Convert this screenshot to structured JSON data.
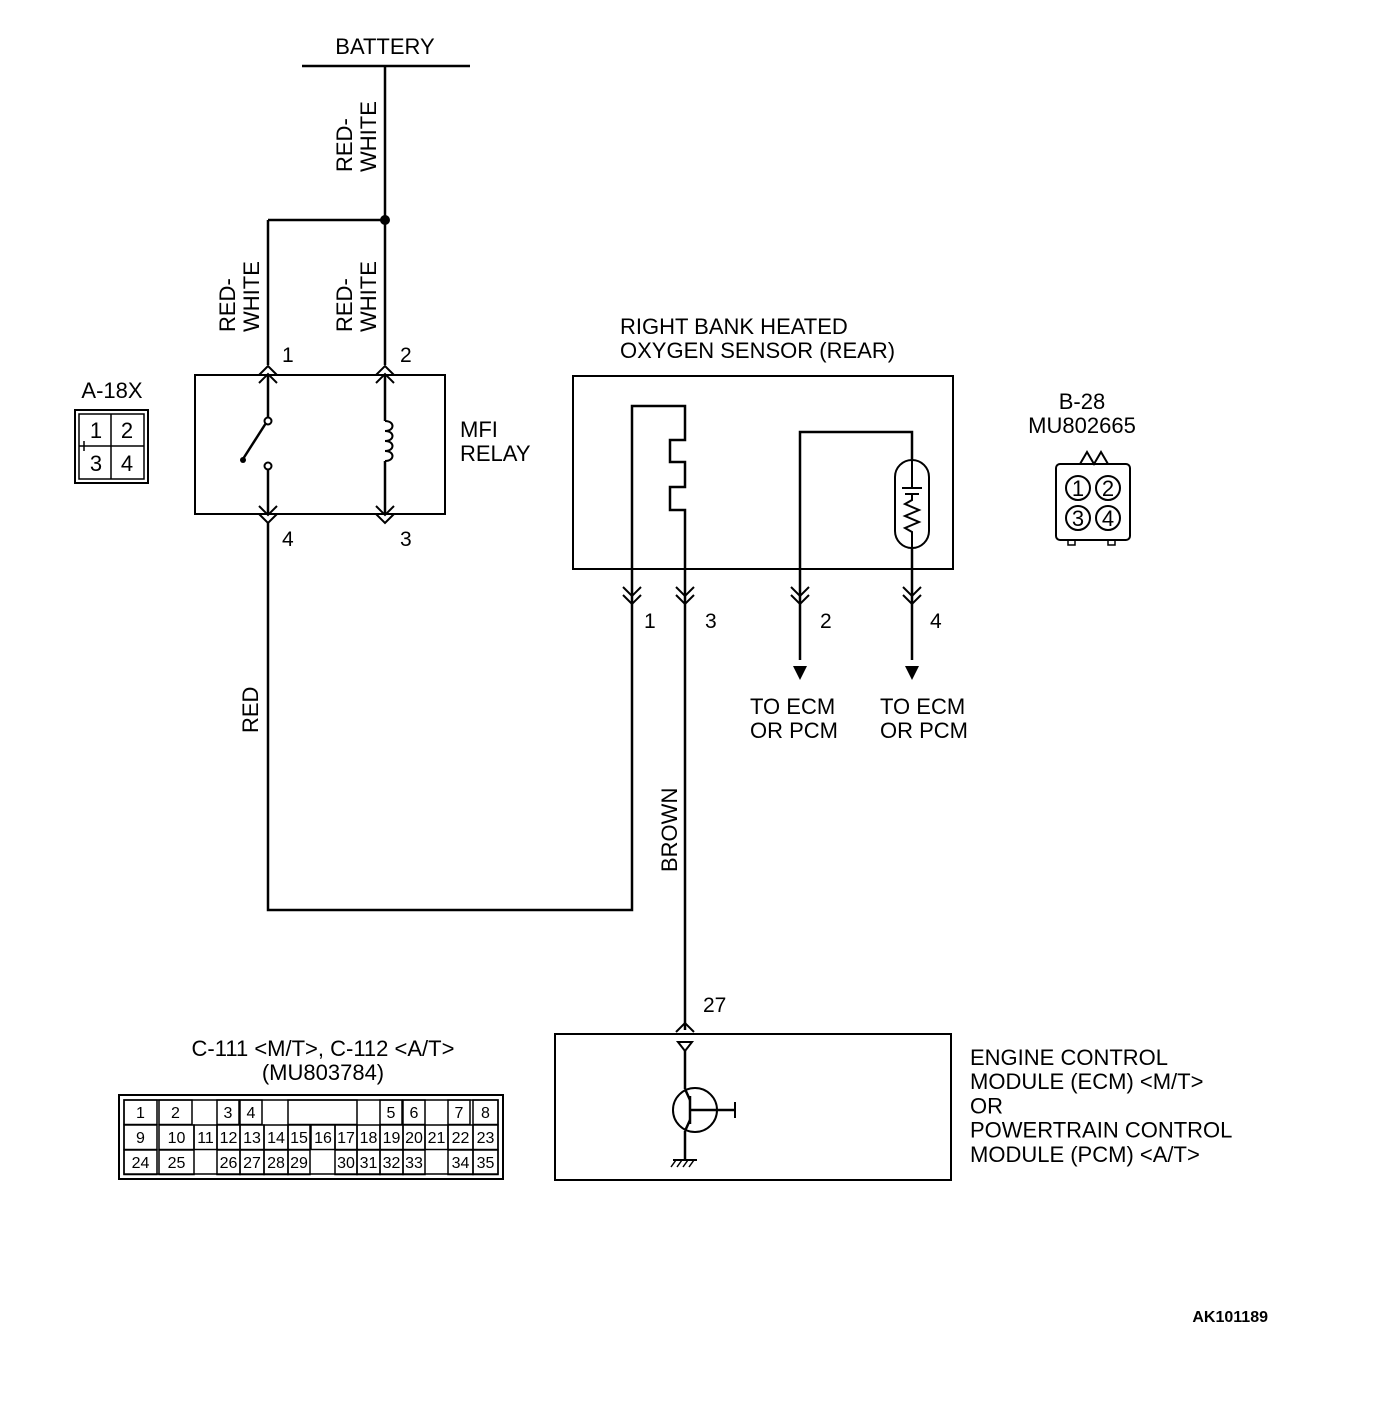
{
  "battery": {
    "label": "BATTERY"
  },
  "wires": {
    "battery_feed": "RED-\nWHITE",
    "relay_pin1": "RED-\nWHITE",
    "relay_pin2": "RED-\nWHITE",
    "relay_out": "RED",
    "sensor_ground": "BROWN"
  },
  "relay": {
    "name": "MFI\nRELAY",
    "connector": "A-18X",
    "pins": {
      "p1": "1",
      "p2": "2",
      "p3": "3",
      "p4": "4"
    },
    "connector_cells": [
      "1",
      "2",
      "3",
      "4"
    ]
  },
  "sensor": {
    "title": "RIGHT BANK HEATED\nOXYGEN SENSOR (REAR)",
    "connector": "B-28\nMU802665",
    "pins": {
      "p1": "1",
      "p2": "2",
      "p3": "3",
      "p4": "4"
    },
    "connector_cells": [
      "1",
      "2",
      "3",
      "4"
    ],
    "to_ecm_1": "TO ECM\nOR PCM",
    "to_ecm_2": "TO ECM\nOR PCM"
  },
  "ecm": {
    "pin": "27",
    "name": "ENGINE CONTROL\nMODULE (ECM) <M/T>\nOR\nPOWERTRAIN CONTROL\nMODULE (PCM) <A/T>"
  },
  "ecm_connector": {
    "title": "C-111 <M/T>, C-112 <A/T>\n(MU803784)",
    "row1": [
      "1",
      "2",
      "",
      "3",
      "4",
      "",
      "",
      "",
      "",
      "",
      "",
      "5",
      "6",
      "",
      "7",
      "8"
    ],
    "row2": [
      "9",
      "10",
      "11",
      "12",
      "13",
      "14",
      "15",
      "16",
      "17",
      "18",
      "19",
      "20",
      "21",
      "22",
      "23"
    ],
    "row3": [
      "24",
      "25",
      "",
      "26",
      "27",
      "28",
      "29",
      "",
      "30",
      "31",
      "32",
      "33",
      "",
      "34",
      "35"
    ]
  },
  "figure_id": "AK101189"
}
